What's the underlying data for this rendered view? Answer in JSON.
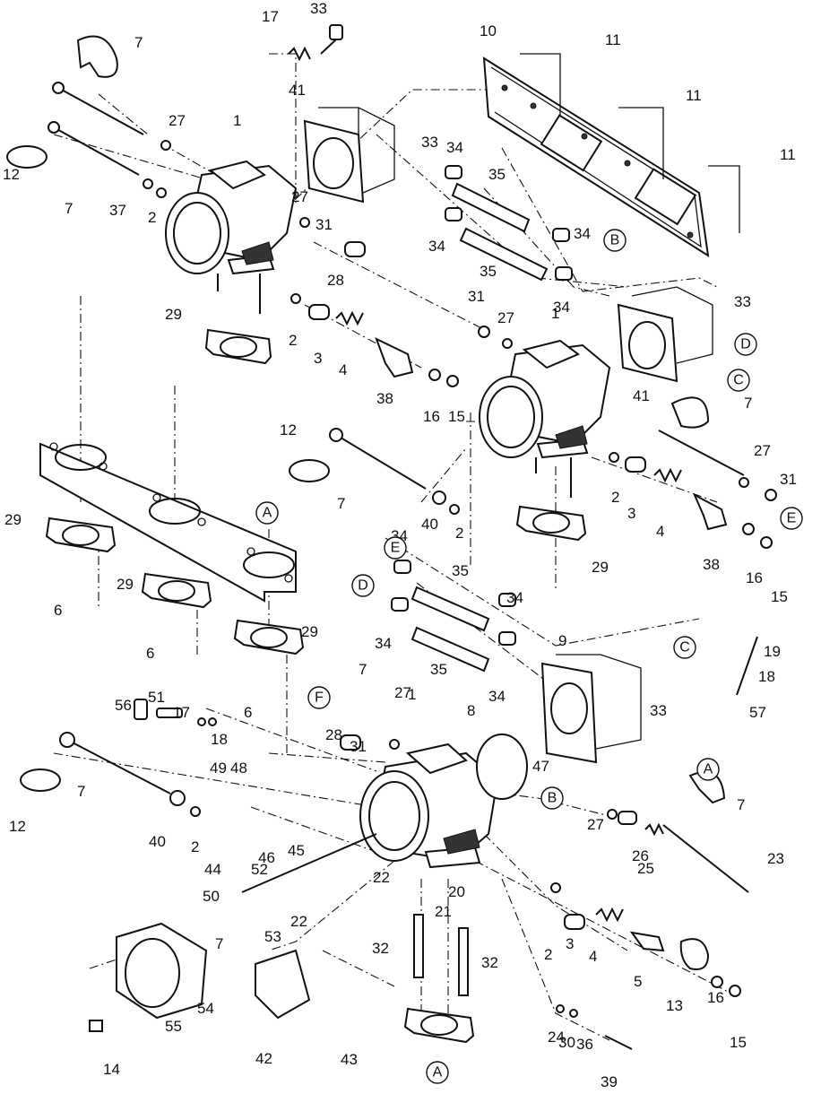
{
  "callouts": [
    "1",
    "1",
    "1",
    "2",
    "2",
    "2",
    "2",
    "2",
    "2",
    "3",
    "3",
    "3",
    "4",
    "4",
    "4",
    "5",
    "6",
    "6",
    "6",
    "7",
    "7",
    "7",
    "7",
    "7",
    "7",
    "7",
    "7",
    "8",
    "9",
    "10",
    "11",
    "11",
    "11",
    "12",
    "12",
    "12",
    "13",
    "14",
    "15",
    "15",
    "15",
    "16",
    "16",
    "16",
    "17",
    "17",
    "18",
    "18",
    "19",
    "20",
    "21",
    "22",
    "22",
    "23",
    "24",
    "25",
    "26",
    "27",
    "27",
    "27",
    "27",
    "27",
    "27",
    "28",
    "28",
    "29",
    "29",
    "29",
    "29",
    "29",
    "30",
    "31",
    "31",
    "31",
    "31",
    "32",
    "32",
    "33",
    "33",
    "33",
    "33",
    "34",
    "34",
    "34",
    "34",
    "34",
    "34",
    "34",
    "34",
    "35",
    "35",
    "35",
    "35",
    "36",
    "37",
    "38",
    "38",
    "39",
    "40",
    "40",
    "41",
    "41",
    "42",
    "43",
    "44",
    "45",
    "46",
    "47",
    "48",
    "49",
    "50",
    "51",
    "52",
    "53",
    "54",
    "55",
    "56",
    "57"
  ],
  "reference_letters": [
    "A",
    "A",
    "A",
    "B",
    "B",
    "C",
    "C",
    "D",
    "D",
    "E",
    "E",
    "F",
    "F"
  ]
}
